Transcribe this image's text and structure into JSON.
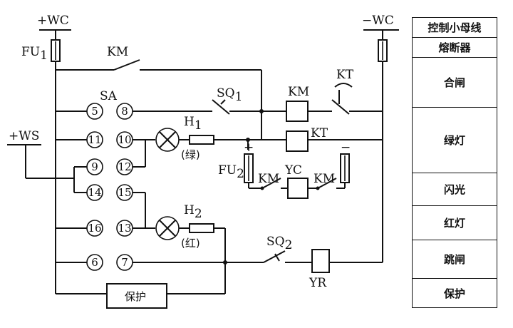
{
  "buses": {
    "plus_wc": "+WC",
    "minus_wc": "−WC",
    "plus_ws": "+WS"
  },
  "fuses": {
    "fu1": "FU",
    "fu1_sub": "1",
    "fu2": "FU",
    "fu2_sub": "2"
  },
  "switch_sa": "SA",
  "terminals": [
    "5",
    "8",
    "11",
    "10",
    "9",
    "12",
    "14",
    "15",
    "16",
    "13",
    "6",
    "7"
  ],
  "contacts": {
    "km_top": "KM",
    "sq1": "SQ",
    "sq1_sub": "1",
    "sq2": "SQ",
    "sq2_sub": "2",
    "kt_contact": "KT",
    "km_left": "KM",
    "km_right": "KM"
  },
  "coils": {
    "km": "KM",
    "kt": "KT",
    "yc": "YC",
    "yr": "YR"
  },
  "lamps": {
    "h1": "H",
    "h1_sub": "1",
    "h1_color": "(绿)",
    "h2": "H",
    "h2_sub": "2",
    "h2_color": "(红)"
  },
  "polarity": {
    "plus": "+",
    "minus": "−"
  },
  "protection_box": "保护",
  "legend": [
    "控制小母线",
    "熔断器",
    "合闸",
    "绿灯",
    "闪光",
    "红灯",
    "跳闸",
    "保护"
  ]
}
